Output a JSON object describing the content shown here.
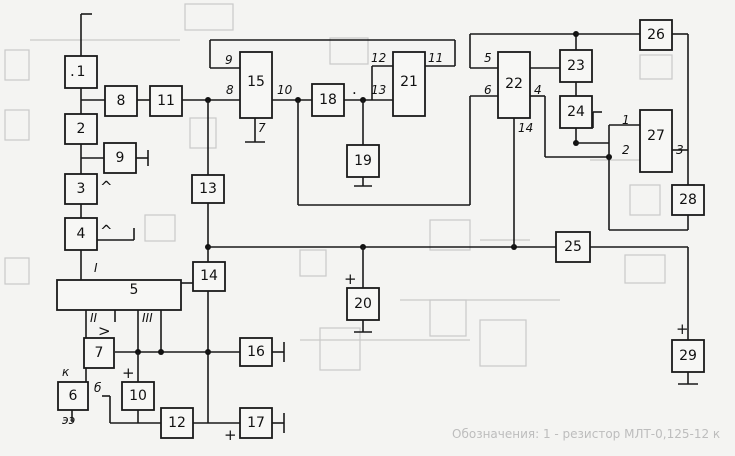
{
  "blocks": [
    {
      "id": "1",
      "label": "1"
    },
    {
      "id": "2",
      "label": "2"
    },
    {
      "id": "3",
      "label": "3"
    },
    {
      "id": "4",
      "label": "4"
    },
    {
      "id": "5",
      "label": "5"
    },
    {
      "id": "6",
      "label": "6"
    },
    {
      "id": "7",
      "label": "7"
    },
    {
      "id": "8",
      "label": "8"
    },
    {
      "id": "9",
      "label": "9"
    },
    {
      "id": "10",
      "label": "10"
    },
    {
      "id": "11",
      "label": "11"
    },
    {
      "id": "12",
      "label": "12"
    },
    {
      "id": "13",
      "label": "13"
    },
    {
      "id": "14",
      "label": "14"
    },
    {
      "id": "15",
      "label": "15"
    },
    {
      "id": "16",
      "label": "16"
    },
    {
      "id": "17",
      "label": "17"
    },
    {
      "id": "18",
      "label": "18"
    },
    {
      "id": "19",
      "label": "19"
    },
    {
      "id": "20",
      "label": "20"
    },
    {
      "id": "21",
      "label": "21"
    },
    {
      "id": "22",
      "label": "22"
    },
    {
      "id": "23",
      "label": "23"
    },
    {
      "id": "24",
      "label": "24"
    },
    {
      "id": "25",
      "label": "25"
    },
    {
      "id": "26",
      "label": "26"
    },
    {
      "id": "27",
      "label": "27"
    },
    {
      "id": "28",
      "label": "28"
    },
    {
      "id": "29",
      "label": "29"
    }
  ],
  "pin_labels": {
    "p15_9": "9",
    "p15_8": "8",
    "p15_7": "7",
    "p15_10": "10",
    "p21_12": "12",
    "p21_13": "13",
    "p21_11": "11",
    "p22_5": "5",
    "p22_6": "6",
    "p22_4": "4",
    "p22_14": "14",
    "p27_1": "1",
    "p27_2": "2",
    "p27_3": "3",
    "p5_I": "I",
    "p5_II": "II",
    "p5_III": "III",
    "p6_k": "к",
    "p6_b": "б",
    "p6_ee": "ээ"
  },
  "symbols": {
    "plus": "+",
    "caret": "^",
    "arrow": ">",
    "dot": "."
  },
  "background_caption": "Обозначения: 1 - резистор МЛТ-0,125-12 к"
}
